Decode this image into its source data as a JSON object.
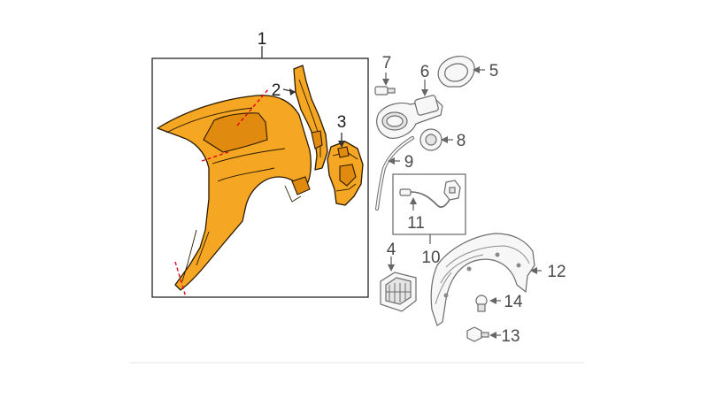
{
  "diagram": {
    "callouts": {
      "c1": "1",
      "c2": "2",
      "c3": "3",
      "c4": "4",
      "c5": "5",
      "c6": "6",
      "c7": "7",
      "c8": "8",
      "c9": "9",
      "c10": "10",
      "c11": "11",
      "c12": "12",
      "c13": "13",
      "c14": "14"
    },
    "colors": {
      "highlight_part": "#f5a623",
      "outline": "#2a1a00",
      "cut_line": "#e0001a",
      "grey_part_outline": "#6c6c6c"
    }
  }
}
